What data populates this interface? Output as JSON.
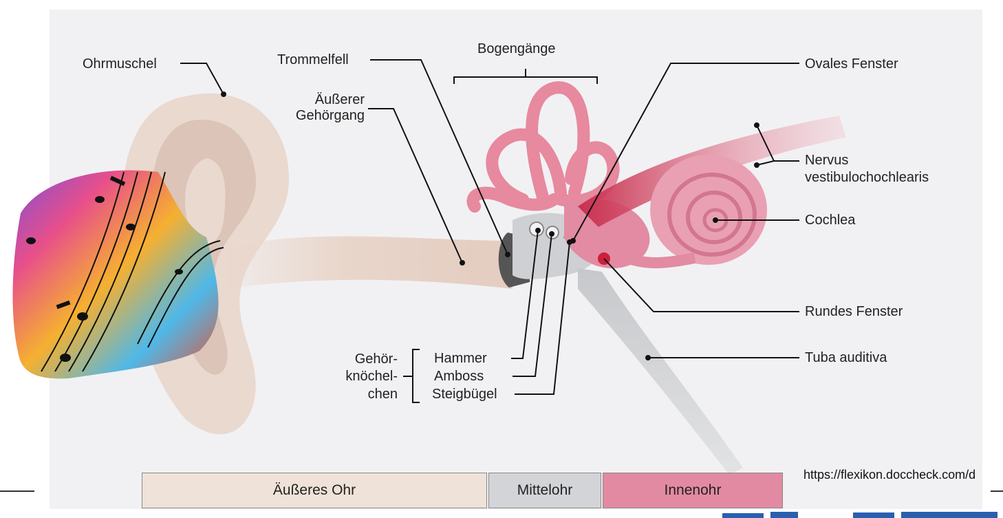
{
  "labels": {
    "ohrmuschel": "Ohrmuschel",
    "trommelfell": "Trommelfell",
    "bogengaenge": "Bogengänge",
    "ovales_fenster": "Ovales Fenster",
    "aeusserer_gehoergang_1": "Äußerer",
    "aeusserer_gehoergang_2": "Gehörgang",
    "nervus_1": "Nervus",
    "nervus_2": "vestibulochochlearis",
    "cochlea": "Cochlea",
    "rundes_fenster": "Rundes Fenster",
    "tuba_auditiva": "Tuba auditiva",
    "gehoerknoechelchen_1": "Gehör-",
    "gehoerknoechelchen_2": "knöchel-",
    "gehoerknoechelchen_3": "chen",
    "hammer": "Hammer",
    "amboss": "Amboss",
    "steigbuegel": "Steigbügel"
  },
  "legend": {
    "outer": "Äußeres Ohr",
    "middle": "Mittelohr",
    "inner": "Innenohr"
  },
  "colors": {
    "outer": "#efe2d8",
    "middle": "#d3d4d7",
    "inner": "#e38aa3"
  },
  "source_url": "https://flexikon.doccheck.com/d"
}
